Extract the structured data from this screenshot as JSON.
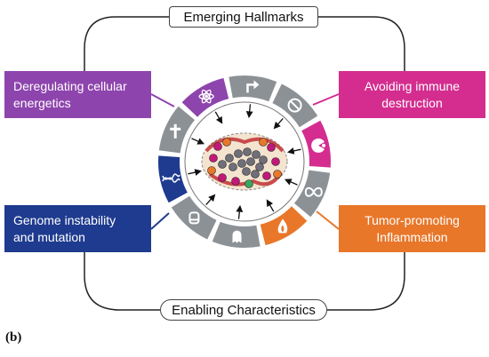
{
  "top_label": "Emerging Hallmarks",
  "bottom_label": "Enabling Characteristics",
  "panel_label": "(b)",
  "boxes": {
    "energetics": {
      "text": "Deregulating cellular\nenergetics",
      "color": "#8e44ad"
    },
    "immune": {
      "text": "Avoiding immune\ndestruction",
      "color": "#d42d8f"
    },
    "genome": {
      "text": "Genome instability\nand mutation",
      "color": "#1f3b8f"
    },
    "inflammation": {
      "text": "Tumor-promoting\nInflammation",
      "color": "#e8772a"
    }
  },
  "ring": {
    "segment_color": "#8c9196",
    "segments": [
      {
        "icon": "arrow-turn-icon",
        "color": "#8c9196"
      },
      {
        "icon": "no-entry-icon",
        "color": "#8c9196"
      },
      {
        "icon": "immune-pacman-icon",
        "color": "#d42d8f"
      },
      {
        "icon": "infinity-icon",
        "color": "#8c9196"
      },
      {
        "icon": "flame-icon",
        "color": "#e8772a"
      },
      {
        "icon": "ghost-icon",
        "color": "#8c9196"
      },
      {
        "icon": "cylinder-icon",
        "color": "#8c9196"
      },
      {
        "icon": "dna-icon",
        "color": "#1f3b8f"
      },
      {
        "icon": "cross-icon",
        "color": "#8c9196"
      },
      {
        "icon": "atom-icon",
        "color": "#8e44ad"
      }
    ]
  }
}
